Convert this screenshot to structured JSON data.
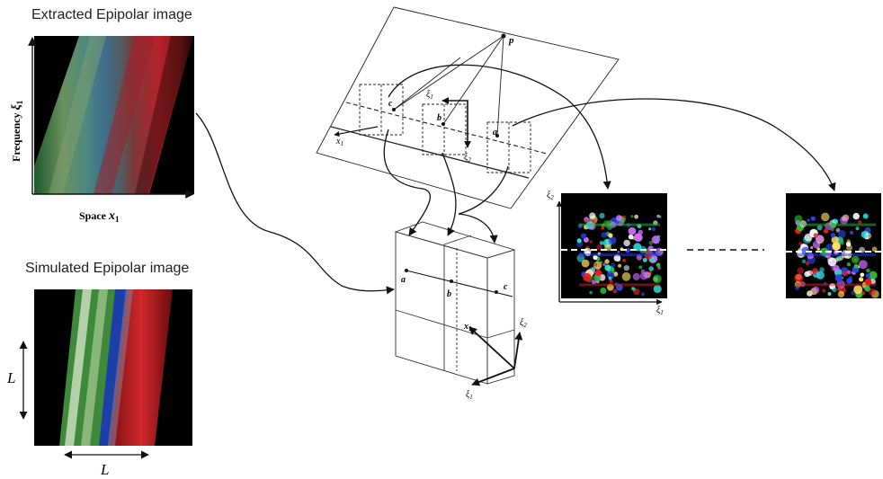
{
  "panel_extracted": {
    "title": "Extracted Epipolar image",
    "ylabel_text": "Frequency ",
    "ylabel_sym": "ξ",
    "ylabel_sub": "1",
    "xlabel_text": "Space ",
    "xlabel_sym": "x",
    "xlabel_sub": "1"
  },
  "panel_simulated": {
    "title": "Simulated Epipolar image",
    "len_vertical": "L",
    "len_horizontal": "L"
  },
  "scene": {
    "point_label": "p",
    "camera_labels": [
      "a",
      "b",
      "c"
    ],
    "axis_x": "x",
    "axis_x_sub": "1",
    "axis_xi1": "ξ",
    "axis_xi1_sub": "1",
    "axis_xi2": "ξ",
    "axis_xi2_sub": "2"
  },
  "volume": {
    "labels": [
      "a",
      "b",
      "c"
    ],
    "axis_x": "x",
    "axis_x_sub": "1",
    "axis_xi1": "ξ",
    "axis_xi1_sub": "1",
    "axis_xi2": "ξ",
    "axis_xi2_sub": "2"
  },
  "slice_panel": {
    "axis_x": "ξ",
    "axis_x_sub": "1",
    "axis_y": "ξ",
    "axis_y_sub": "2"
  },
  "colors": {
    "green": "#3f8a3a",
    "red": "#b01a1a",
    "blue": "#1c3fa8",
    "black": "#000000"
  }
}
